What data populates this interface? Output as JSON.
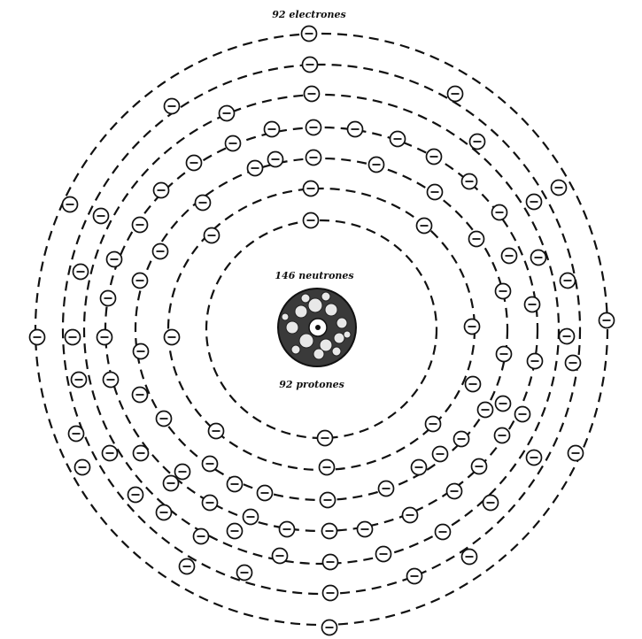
{
  "labels": {
    "electrons": "92 electrones",
    "neutrons": "146 neutrones",
    "protons": "92 protones"
  },
  "colors": {
    "ink": "#111111",
    "background": "#ffffff"
  },
  "atom": {
    "electron_count": 92,
    "neutron_count": 146,
    "proton_count": 92,
    "orbit_count": 7,
    "electron_symbol": "minus-sign-in-circle"
  }
}
